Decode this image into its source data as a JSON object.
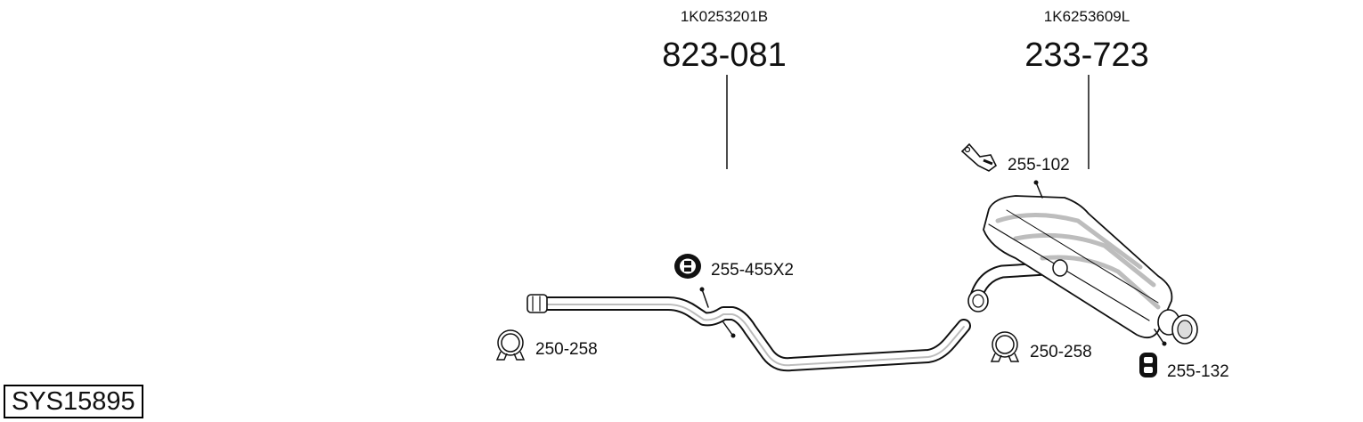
{
  "system_code": "SYS15895",
  "parts": {
    "front_pipe": {
      "oem": "1K0253201B",
      "number": "823-081"
    },
    "rear_silencer": {
      "oem": "1K6253609L",
      "number": "233-723"
    }
  },
  "accessories": {
    "hanger_top": "255-102",
    "rubber_mount": "255-455X2",
    "clamp_left": "250-258",
    "clamp_right": "250-258",
    "rubber_hanger": "255-132"
  },
  "colors": {
    "line": "#111111",
    "shade": "#bdbdbd",
    "fill": "#ffffff"
  }
}
